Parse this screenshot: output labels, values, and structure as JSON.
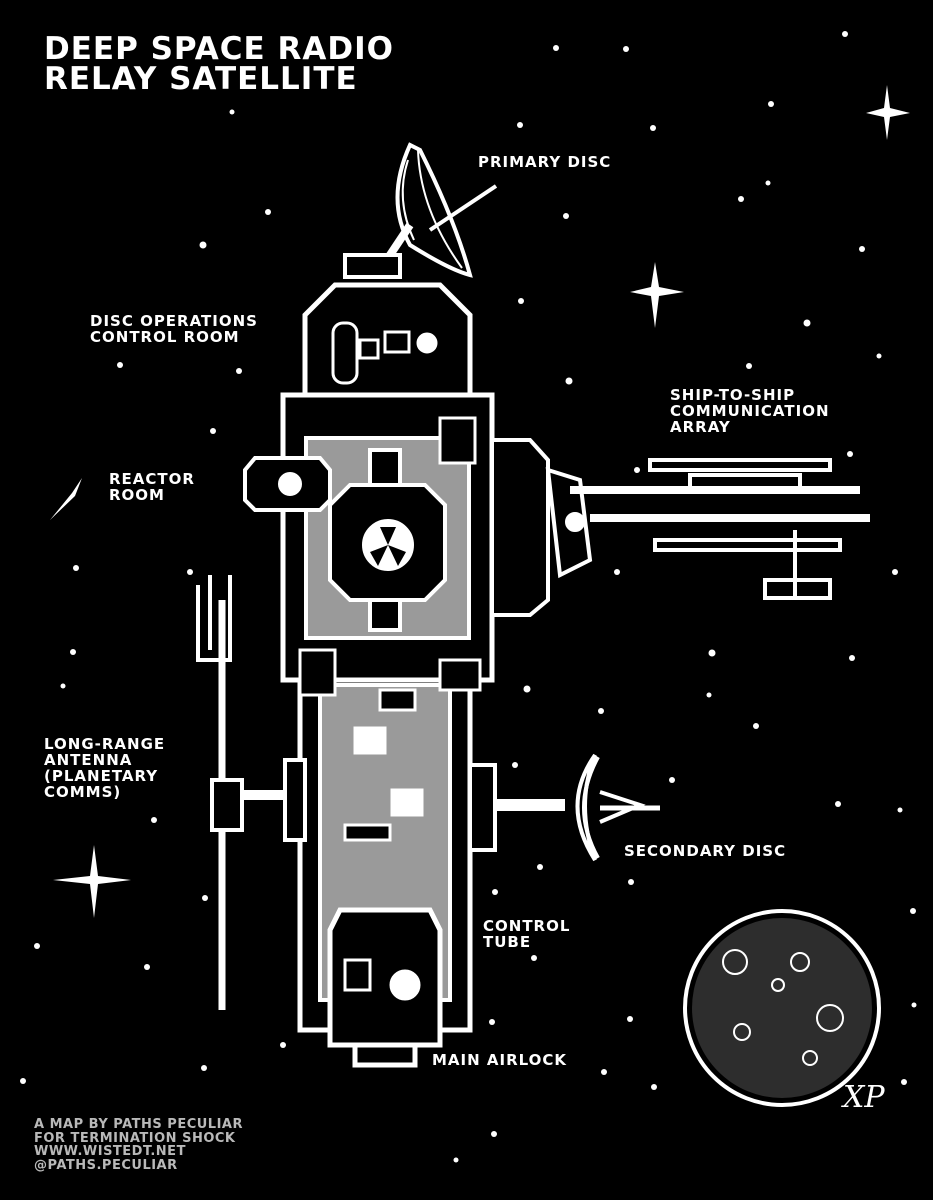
{
  "title": {
    "line1": "DEEP SPACE RADIO",
    "line2": "RELAY SATELLITE"
  },
  "labels": {
    "primary_disc": "PRIMARY DISC",
    "disc_ops_1": "DISC OPERATIONS",
    "disc_ops_2": "CONTROL ROOM",
    "ship_array_1": "SHIP-TO-SHIP",
    "ship_array_2": "COMMUNICATION",
    "ship_array_3": "ARRAY",
    "reactor_1": "REACTOR",
    "reactor_2": "ROOM",
    "long_range_1": "LONG-RANGE",
    "long_range_2": "ANTENNA",
    "long_range_3": "(PLANETARY",
    "long_range_4": "COMMS)",
    "secondary_disc": "SECONDARY DISC",
    "control_tube_1": "CONTROL",
    "control_tube_2": "TUBE",
    "main_airlock": "MAIN AIRLOCK"
  },
  "credits": {
    "line1": "A MAP BY PATHS PECULIAR",
    "line2": "FOR TERMINATION SHOCK",
    "line3": "WWW.WISTEDT.NET",
    "line4": "@PATHS.PECULIAR"
  },
  "signature": "XP",
  "colors": {
    "background": "#000000",
    "ink": "#ffffff",
    "interior_gray": "#9a9a9a",
    "credit_text": "#b9b9b9"
  }
}
